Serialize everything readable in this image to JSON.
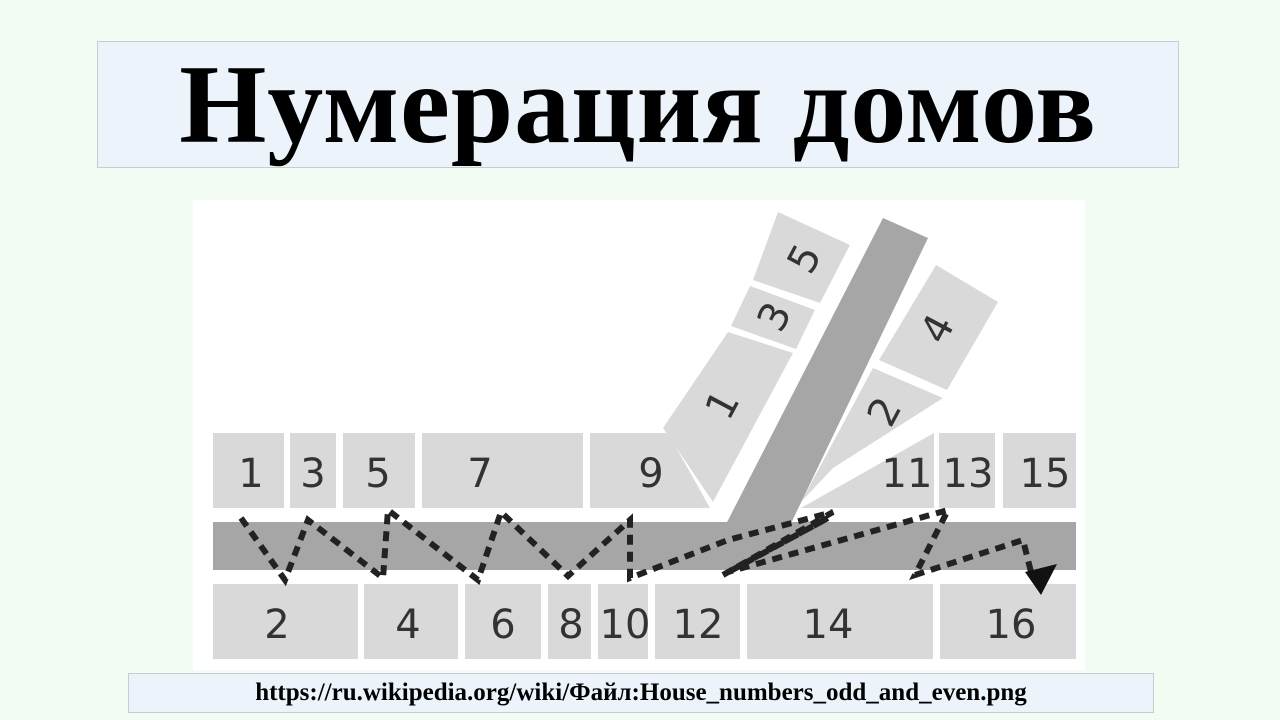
{
  "title": "Нумерация домов",
  "source_url": "https://ru.wikipedia.org/wiki/Файл:House_numbers_odd_and_even.png",
  "diagram": {
    "odd_main": [
      "1",
      "3",
      "5",
      "7",
      "9",
      "11",
      "13",
      "15"
    ],
    "even_main": [
      "2",
      "4",
      "6",
      "8",
      "10",
      "12",
      "14",
      "16"
    ],
    "side_street_left": [
      "1",
      "3",
      "5"
    ],
    "side_street_right": [
      "2",
      "4"
    ],
    "colors": {
      "lot": "#d9d9d9",
      "street": "#a6a6a6",
      "path": "#222222"
    }
  }
}
